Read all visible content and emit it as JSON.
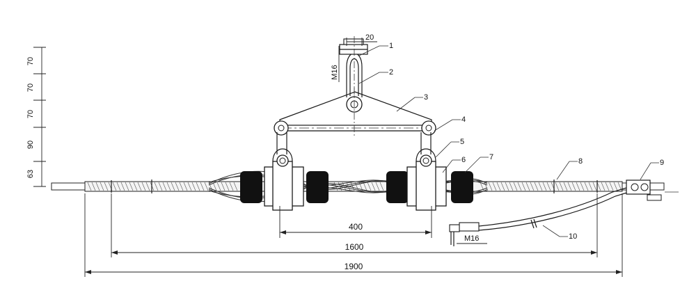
{
  "parts": [
    "1",
    "2",
    "3",
    "4",
    "5",
    "6",
    "7",
    "8",
    "9",
    "10"
  ],
  "spacing": [
    "70",
    "70",
    "70",
    "90",
    "63"
  ],
  "dims": {
    "top_width": "20",
    "top_bolt": "M16",
    "center": "400",
    "inner": "1600",
    "overall": "1900",
    "ground_bolt": "M16"
  }
}
